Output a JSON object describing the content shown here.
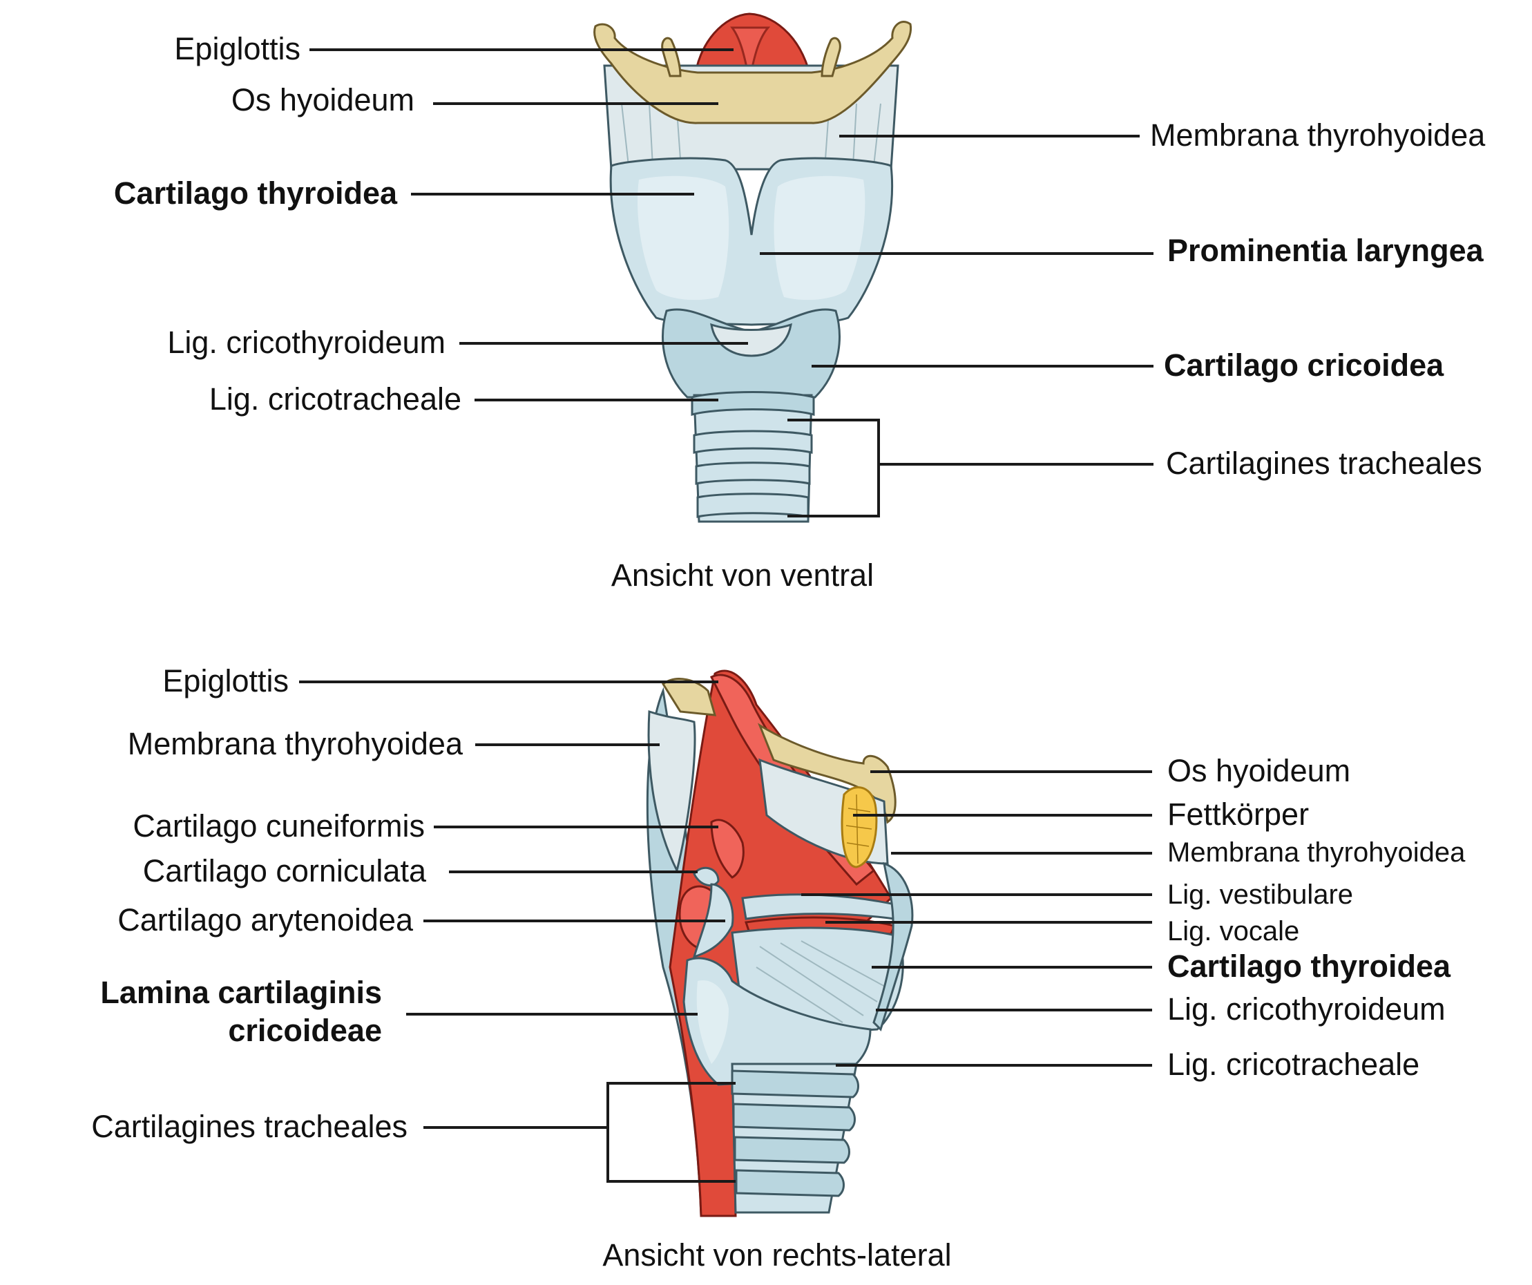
{
  "top_view": {
    "caption": "Ansicht von ventral",
    "labels": {
      "epiglottis": "Epiglottis",
      "os_hyoideum": "Os hyoideum",
      "cartilago_thyroidea": "Cartilago thyroidea",
      "lig_cricothyroideum": "Lig. cricothyroideum",
      "lig_cricotracheale": "Lig. cricotracheale",
      "membrana_thyrohyoidea": "Membrana thyrohyoidea",
      "prominentia_laryngea": "Prominentia laryngea",
      "cartilago_cricoidea": "Cartilago cricoidea",
      "cartilagines_tracheales": "Cartilagines tracheales"
    }
  },
  "bottom_view": {
    "caption": "Ansicht von rechts-lateral",
    "labels": {
      "epiglottis": "Epiglottis",
      "membrana_thyrohyoidea_left": "Membrana thyrohyoidea",
      "cartilago_cuneiformis": "Cartilago cuneiformis",
      "cartilago_corniculata": "Cartilago corniculata",
      "cartilago_arytenoidea": "Cartilago arytenoidea",
      "lamina_line1": "Lamina cartilaginis",
      "lamina_line2": "cricoideae",
      "cartilagines_tracheales": "Cartilagines tracheales",
      "os_hyoideum": "Os hyoideum",
      "fettkoerper": "Fettkörper",
      "membrana_thyrohyoidea_right": "Membrana thyrohyoidea",
      "lig_vestibulare": "Lig. vestibulare",
      "lig_vocale": "Lig. vocale",
      "cartilago_thyroidea": "Cartilago thyroidea",
      "lig_cricothyroideum": "Lig. cricothyroideum",
      "lig_cricotracheale": "Lig. cricotracheale"
    }
  }
}
